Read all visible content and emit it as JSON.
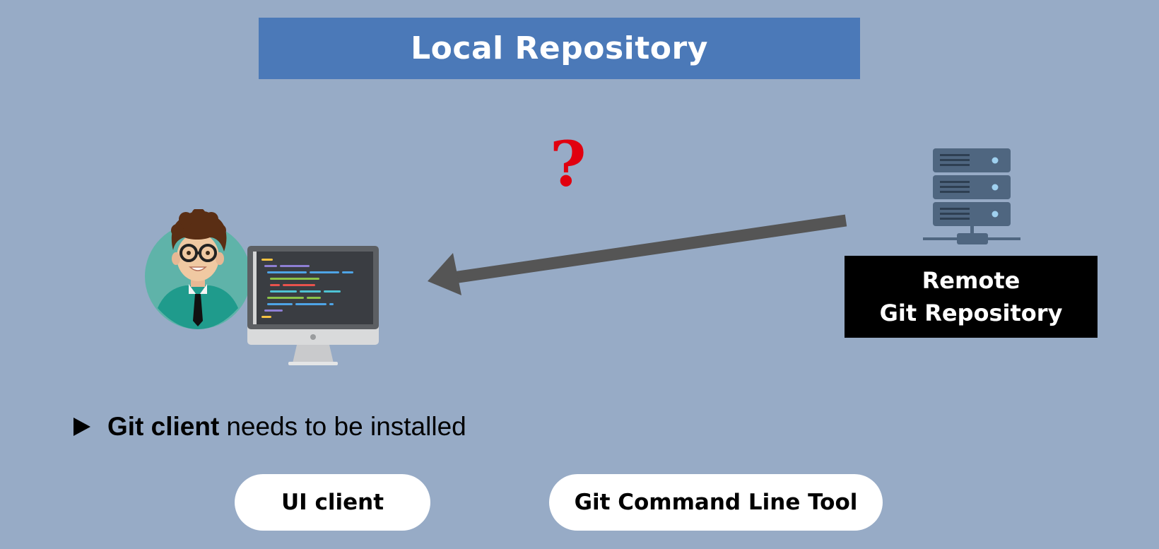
{
  "title": "Local Repository",
  "question_mark": "?",
  "remote": {
    "line1": "Remote",
    "line2": "Git Repository"
  },
  "bullet": {
    "strong": "Git client",
    "rest": "needs to be installed"
  },
  "options": [
    {
      "label": "UI client"
    },
    {
      "label": "Git Command Line Tool"
    }
  ],
  "icons": {
    "developer": "developer-avatar-icon",
    "monitor": "code-monitor-icon",
    "server": "server-rack-icon",
    "arrow": "left-arrow-icon",
    "bullet": "triangle-bullet-icon"
  },
  "colors": {
    "background": "#97abc6",
    "title_banner": "#4b79b8",
    "question_mark": "#e1000f",
    "arrow": "#555555",
    "remote_box": "#000000",
    "server": "#4f6680"
  }
}
